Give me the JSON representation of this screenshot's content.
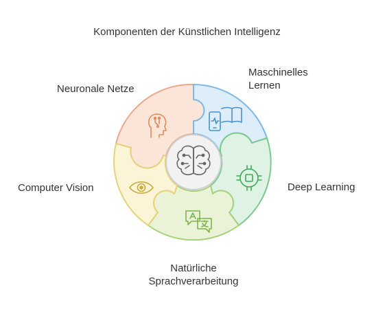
{
  "title": "Komponenten der Künstlichen Intelligenz",
  "center": {
    "icon": "brain-circuit-icon"
  },
  "segments": [
    {
      "id": "neuronale-netze",
      "label_lines": [
        "Neuronale Netze"
      ],
      "icon": "head-circuit-icon",
      "fill": "#fbe5d8",
      "stroke": "#e9a98a",
      "icon_color": "#e08a5c"
    },
    {
      "id": "maschinelles-lernen",
      "label_lines": [
        "Maschinelles",
        "Lernen"
      ],
      "icon": "phone-book-icon",
      "fill": "#ddeefa",
      "stroke": "#7fb8e4",
      "icon_color": "#4a90c8"
    },
    {
      "id": "deep-learning",
      "label_lines": [
        "Deep Learning"
      ],
      "icon": "chip-icon",
      "fill": "#dff3e4",
      "stroke": "#7cc98f",
      "icon_color": "#3ea858"
    },
    {
      "id": "natuerliche-sprachverarbeitung",
      "label_lines": [
        "Natürliche",
        "Sprachverarbeitung"
      ],
      "icon": "translate-icon",
      "fill": "#eaf3d8",
      "stroke": "#a6d07a",
      "icon_color": "#7db34a"
    },
    {
      "id": "computer-vision",
      "label_lines": [
        "Computer Vision"
      ],
      "icon": "eye-icon",
      "fill": "#fbf4d6",
      "stroke": "#e5d27a",
      "icon_color": "#c9a93a"
    }
  ]
}
